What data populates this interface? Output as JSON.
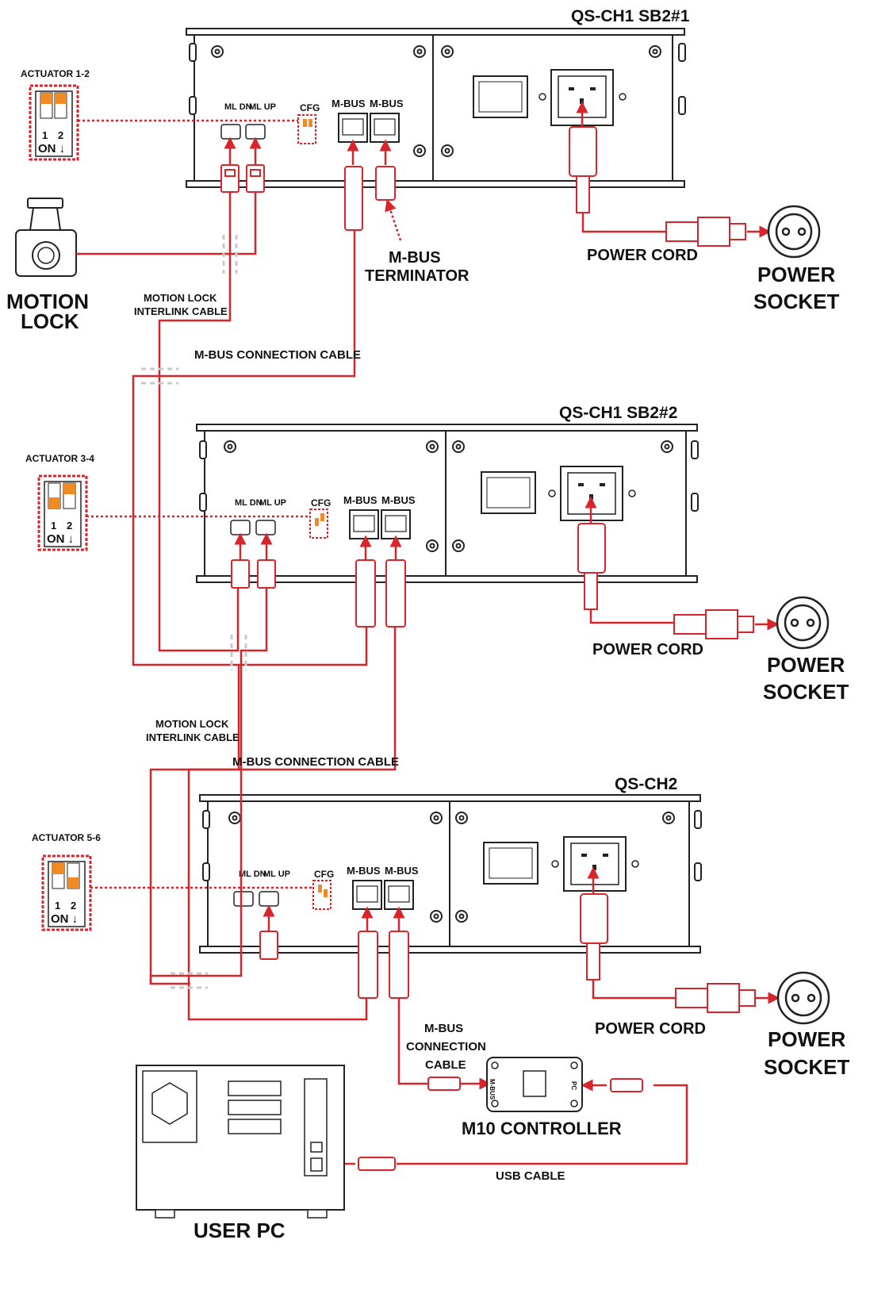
{
  "colors": {
    "cable": "#d7262b",
    "outline": "#222222",
    "accent": "#f08a24",
    "ghost": "#c8c8c8"
  },
  "units": [
    {
      "title": "QS-CH1 SB2#1",
      "ml_dn": "ML DN",
      "ml_up": "ML UP",
      "cfg": "CFG",
      "mbus_a": "M-BUS",
      "mbus_b": "M-BUS",
      "power_cord": "POWER CORD",
      "socket": "POWER SOCKET"
    },
    {
      "title": "QS-CH1 SB2#2",
      "ml_dn": "ML DN",
      "ml_up": "ML UP",
      "cfg": "CFG",
      "mbus_a": "M-BUS",
      "mbus_b": "M-BUS",
      "power_cord": "POWER CORD",
      "socket": "POWER SOCKET"
    },
    {
      "title": "QS-CH2",
      "ml_dn": "ML DN",
      "ml_up": "ML UP",
      "cfg": "CFG",
      "mbus_a": "M-BUS",
      "mbus_b": "M-BUS",
      "power_cord": "POWER CORD",
      "socket": "POWER SOCKET"
    }
  ],
  "actuators": [
    {
      "label": "ACTUATOR 1-2",
      "num1": "1",
      "num2": "2",
      "on": "ON ↓",
      "sw1": "up",
      "sw2": "up"
    },
    {
      "label": "ACTUATOR 3-4",
      "num1": "1",
      "num2": "2",
      "on": "ON ↓",
      "sw1": "down",
      "sw2": "up"
    },
    {
      "label": "ACTUATOR 5-6",
      "num1": "1",
      "num2": "2",
      "on": "ON ↓",
      "sw1": "up",
      "sw2": "down"
    }
  ],
  "labels": {
    "motion_lock": "MOTION LOCK",
    "mbus_terminator": "M-BUS TERMINATOR",
    "interlink_1": "MOTION LOCK INTERLINK CABLE",
    "interlink_2": "MOTION LOCK INTERLINK CABLE",
    "mbus_cable_1": "M-BUS CONNECTION CABLE",
    "mbus_cable_2": "M-BUS CONNECTION CABLE",
    "mbus_cable_3": "M-BUS CONNECTION CABLE",
    "m10_controller": "M10 CONTROLLER",
    "m10_port_mbus": "M-BUS",
    "m10_port_pc": "PC",
    "usb_cable": "USB CABLE",
    "user_pc": "USER PC"
  }
}
